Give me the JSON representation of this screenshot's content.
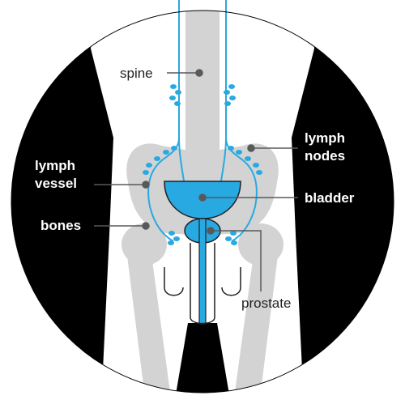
{
  "labels": {
    "spine": "spine",
    "lymph_nodes_line1": "lymph",
    "lymph_nodes_line2": "nodes",
    "lymph_vessel_line1": "lymph",
    "lymph_vessel_line2": "vessel",
    "bladder": "bladder",
    "bones": "bones",
    "prostate": "prostate"
  },
  "colors": {
    "body_black": "#000000",
    "body_white": "#ffffff",
    "bone_gray": "#d3d3d3",
    "lymph_blue": "#29a9e1",
    "leader_line": "#58595b",
    "outline": "#231f20"
  }
}
